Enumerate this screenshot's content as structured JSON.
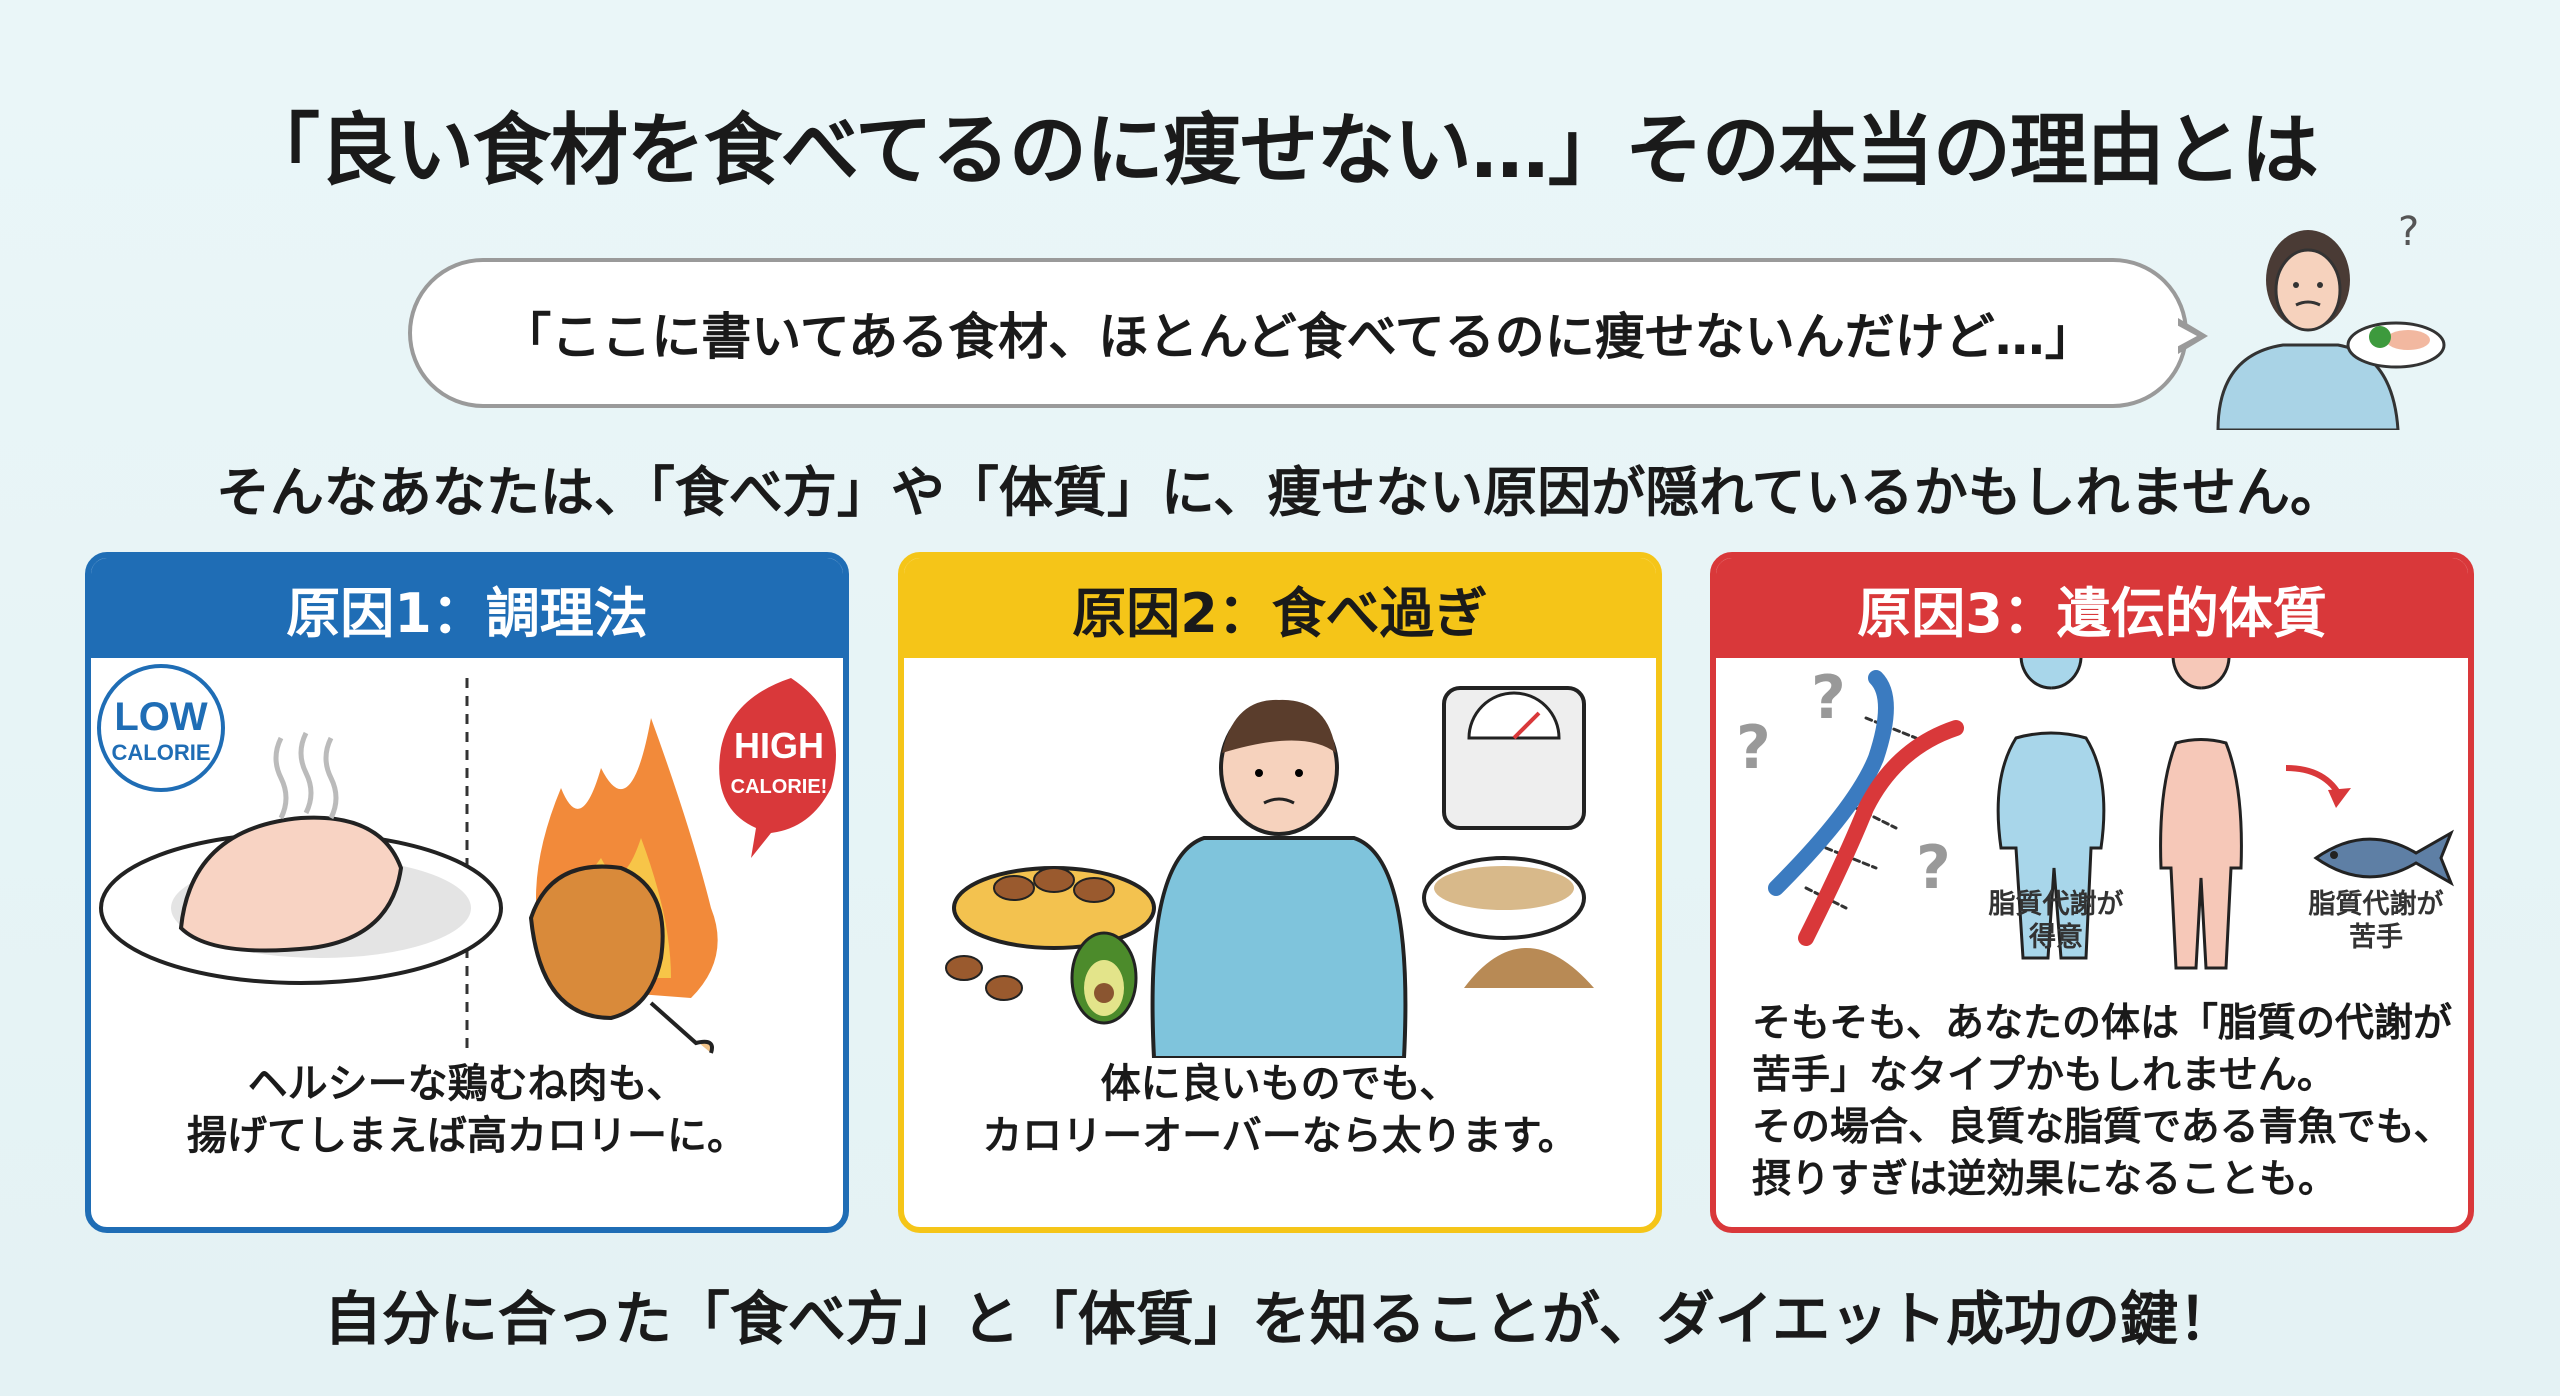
{
  "header": {
    "title": "「良い食材を食べてるのに痩せない…」その本当の理由とは"
  },
  "bubble": {
    "quote": "「ここに書いてある食材、ほとんど食べてるのに痩せないんだけど…」"
  },
  "subtitle": "そんなあなたは、「食べ方」や「体質」に、痩せない原因が隠れているかもしれません。",
  "cards": [
    {
      "title": "原因1：調理法",
      "badge_low": [
        "LOW",
        "CALORIE"
      ],
      "badge_high": [
        "HIGH",
        "CALORIE!"
      ],
      "lines": [
        "ヘルシーな鶏むね肉も、",
        "揚げてしまえば高カロリーに。"
      ]
    },
    {
      "title": "原因2：食べ過ぎ",
      "lines": [
        "体に良いものでも、",
        "カロリーオーバーなら太ります。"
      ]
    },
    {
      "title": "原因3：遺伝的体質",
      "label_good": [
        "脂質代謝が",
        "得意"
      ],
      "label_bad": [
        "脂質代謝が",
        "苦手"
      ],
      "lines": [
        "そもそも、あなたの体は「脂質の代謝が",
        "苦手」なタイプかもしれません。",
        "その場合、良質な脂質である青魚でも、",
        "摂りすぎは逆効果になることも。"
      ]
    }
  ],
  "footer": {
    "message": "自分に合った「食べ方」と「体質」を知ることが、ダイエット成功の鍵！"
  },
  "colors": {
    "blue": "#1f6db5",
    "yellow": "#f5c518",
    "red": "#d9383a",
    "background": "#eaf6f8"
  }
}
